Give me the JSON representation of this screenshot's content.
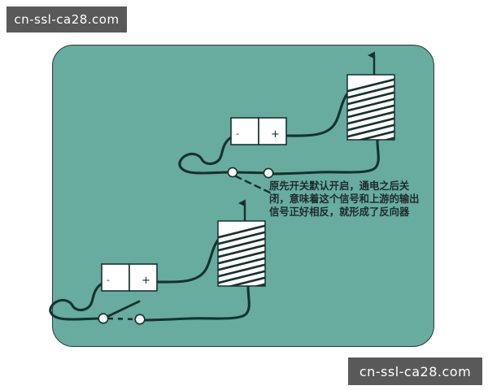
{
  "watermarks": {
    "top_left": "cn-ssl-ca28.com",
    "bottom_right": "cn-ssl-ca28.com"
  },
  "colors": {
    "panel_fill": "#68ab9f",
    "panel_border": "#2b3b38",
    "wire": "#16322e",
    "component_fill": "#ffffff",
    "component_stroke": "#16322e",
    "text": "#1d2b2a",
    "watermark_bg": "#595959",
    "watermark_text": "#ffffff",
    "page_bg": "#ffffff"
  },
  "diagram": {
    "title": "",
    "annotation": {
      "lines": [
        "原先开关默认开启，通电之后关",
        "闭，意味着这个信号和上游的输出",
        "信号正好相反，就形成了反向器"
      ],
      "full_text": "原先开关默认开启，通电之后关闭，意味着这个信号和上游的输出信号正好相反，就形成了反向器"
    },
    "circuits": [
      {
        "id": "upper-circuit",
        "battery": {
          "negative_label": "-",
          "positive_label": "+"
        },
        "coil": {
          "label": "",
          "hatching": "diagonal"
        },
        "output_arrow": {
          "direction": "up"
        },
        "switch": {
          "state": "closed",
          "label": ""
        }
      },
      {
        "id": "lower-circuit",
        "battery": {
          "negative_label": "-",
          "positive_label": "+"
        },
        "coil": {
          "label": "",
          "hatching": "diagonal"
        },
        "output_arrow": {
          "direction": "up"
        },
        "switch": {
          "state": "open",
          "label": ""
        }
      }
    ]
  }
}
